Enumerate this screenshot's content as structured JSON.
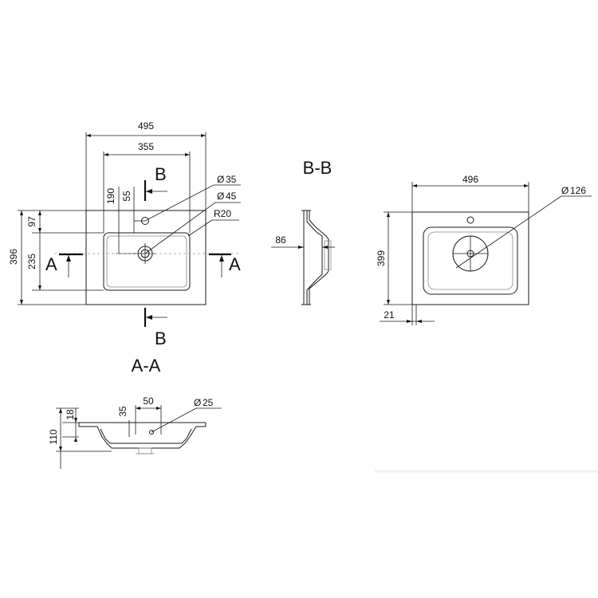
{
  "top_view": {
    "width_overall": "495",
    "width_inner": "355",
    "depth_overall": "396",
    "depth_inner": "235",
    "dim_97": "97",
    "dim_190": "190",
    "dim_55": "55",
    "hole_35": "35",
    "hole_45": "45",
    "radius": "R20",
    "diameter_symbol": "Ø"
  },
  "section_labels": {
    "a_left": "A",
    "a_right": "A",
    "b_top": "B",
    "b_bottom": "B",
    "section_aa": "A-A",
    "section_bb": "B-B"
  },
  "section_bb": {
    "depth": "86"
  },
  "right_view": {
    "width": "496",
    "depth": "399",
    "drain": "126",
    "offset": "21"
  },
  "section_aa": {
    "dim_50": "50",
    "dim_35": "35",
    "hole_25": "25",
    "dim_18": "18",
    "height": "110"
  }
}
